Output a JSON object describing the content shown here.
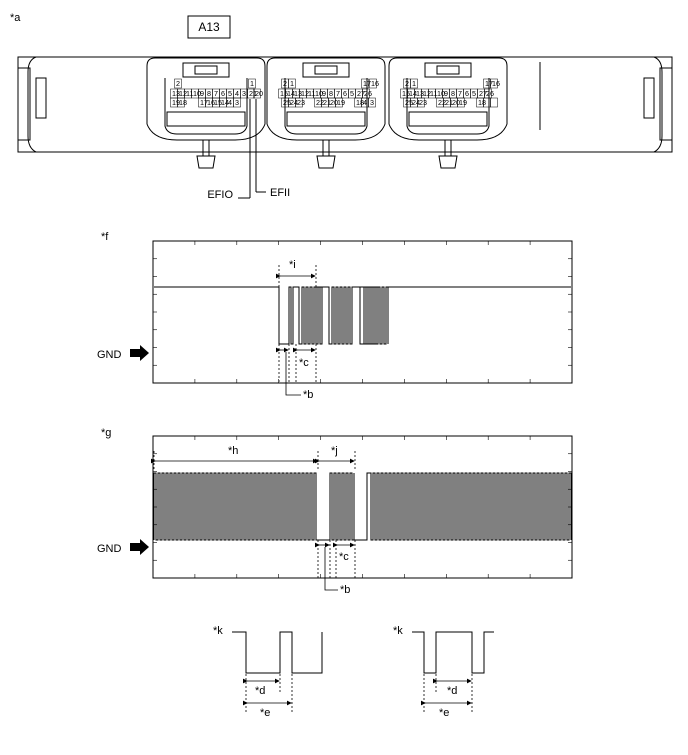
{
  "figure_label": "*a",
  "connector": {
    "name": "A13",
    "pin_labels": [
      {
        "text": "2"
      },
      {
        "text": "1"
      },
      {
        "text": "13"
      },
      {
        "text": "12"
      },
      {
        "text": "11"
      },
      {
        "text": "10"
      },
      {
        "text": "9"
      },
      {
        "text": "8"
      },
      {
        "text": "7"
      },
      {
        "text": "6"
      },
      {
        "text": "5"
      },
      {
        "text": "4"
      },
      {
        "text": "3"
      },
      {
        "text": "21"
      },
      {
        "text": "20"
      },
      {
        "text": "19"
      },
      {
        "text": "18"
      },
      {
        "text": "17"
      },
      {
        "text": "16"
      },
      {
        "text": "15"
      },
      {
        "text": "14"
      },
      {
        "text": "4"
      },
      {
        "text": "3"
      },
      {
        "text": "2"
      },
      {
        "text": "1"
      },
      {
        "text": "17"
      },
      {
        "text": "16"
      },
      {
        "text": "15"
      },
      {
        "text": "14"
      },
      {
        "text": "13"
      },
      {
        "text": "12"
      },
      {
        "text": "11"
      },
      {
        "text": "10"
      },
      {
        "text": "9"
      },
      {
        "text": "8"
      },
      {
        "text": "7"
      },
      {
        "text": "6"
      },
      {
        "text": "5"
      },
      {
        "text": "27"
      },
      {
        "text": "26"
      },
      {
        "text": "25"
      },
      {
        "text": "24"
      },
      {
        "text": "23"
      },
      {
        "text": "22"
      },
      {
        "text": "21"
      },
      {
        "text": "20"
      },
      {
        "text": "19"
      },
      {
        "text": "18"
      },
      {
        "text": "4"
      },
      {
        "text": "3"
      },
      {
        "text": "2"
      },
      {
        "text": "1"
      },
      {
        "text": "17"
      },
      {
        "text": "16"
      },
      {
        "text": "15"
      },
      {
        "text": "14"
      },
      {
        "text": "13"
      },
      {
        "text": "12"
      },
      {
        "text": "11"
      },
      {
        "text": "10"
      },
      {
        "text": "9"
      },
      {
        "text": "8"
      },
      {
        "text": "7"
      },
      {
        "text": "6"
      },
      {
        "text": "5"
      },
      {
        "text": "27"
      },
      {
        "text": "26"
      },
      {
        "text": "25"
      },
      {
        "text": "24"
      },
      {
        "text": "23"
      },
      {
        "text": "22"
      },
      {
        "text": "21"
      },
      {
        "text": "20"
      },
      {
        "text": "19"
      },
      {
        "text": "18"
      }
    ],
    "terminal_efio": "EFIO",
    "terminal_efii": "EFII"
  },
  "waveform_f": {
    "label": "*f",
    "gnd_label": "GND",
    "dim_i": "*i",
    "dim_c": "*c",
    "dim_b": "*b"
  },
  "waveform_g": {
    "label": "*g",
    "gnd_label": "GND",
    "dim_h": "*h",
    "dim_j": "*j",
    "dim_c": "*c",
    "dim_b": "*b"
  },
  "detail_left": {
    "label": "*k",
    "dim_d": "*d",
    "dim_e": "*e"
  },
  "detail_right": {
    "label": "*k",
    "dim_d": "*d",
    "dim_e": "*e"
  }
}
